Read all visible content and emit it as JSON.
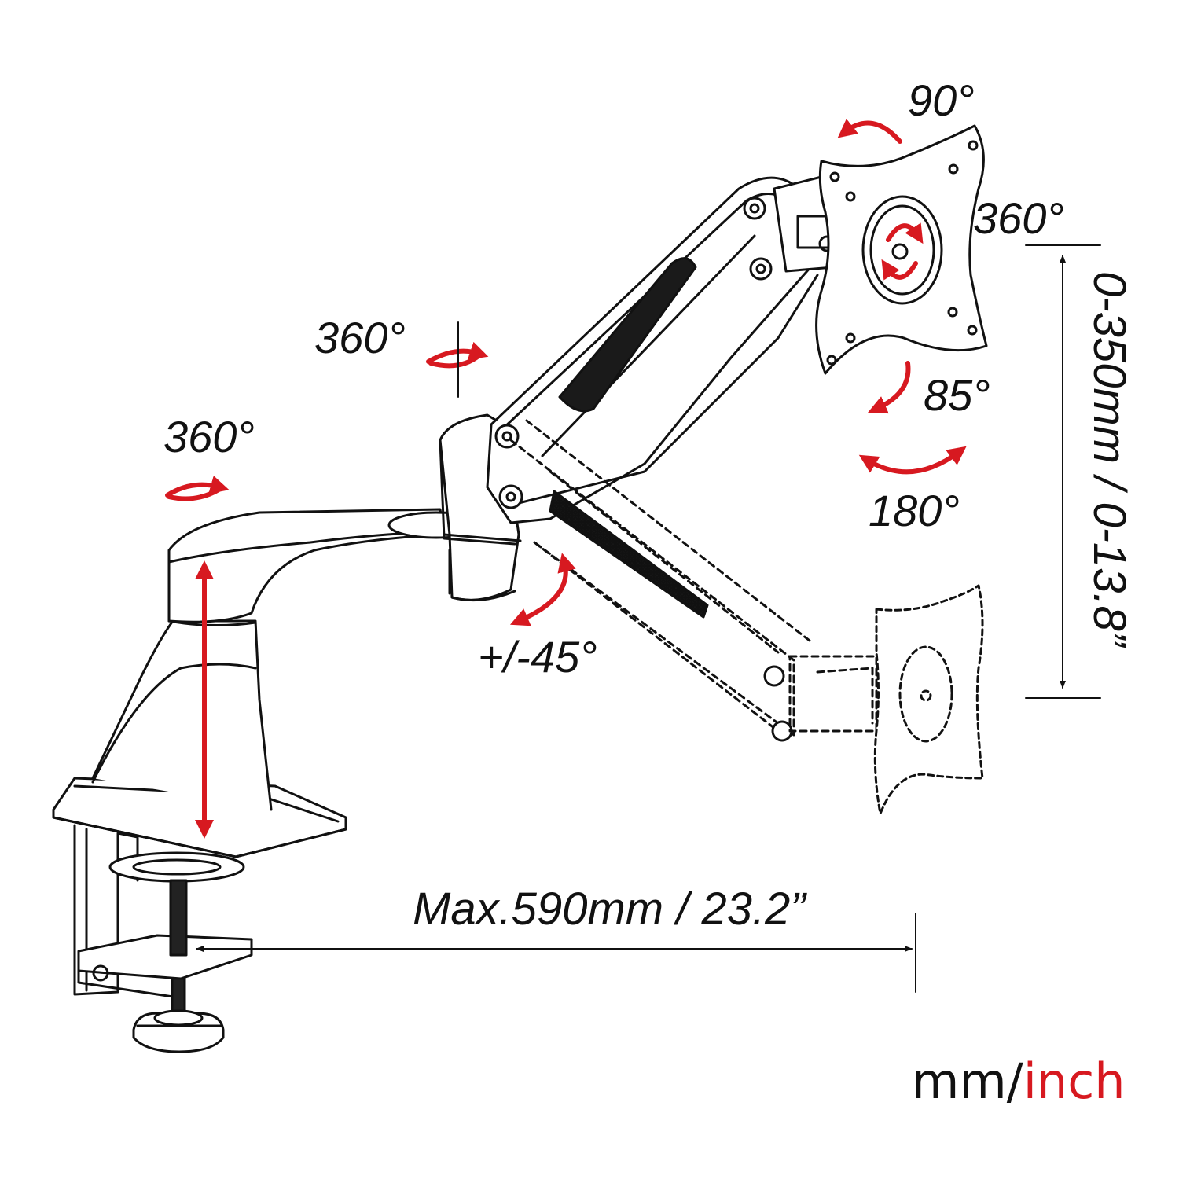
{
  "colors": {
    "accent": "#d71920",
    "line": "#111111",
    "background": "#ffffff",
    "grip": "#1a1a1a"
  },
  "labels": {
    "tilt_top": "90°",
    "rotate_plate": "360°",
    "tilt_down": "85°",
    "swivel_head": "180°",
    "swivel_joint": "360°",
    "swivel_base": "360°",
    "arm_angle": "+/-45°",
    "height_range": "0-350mm / 0-13.8”",
    "reach": "Max.590mm / 23.2”"
  },
  "units": {
    "metric": "mm/",
    "imperial": "inch"
  },
  "icons": [
    "monitor-arm-drawing",
    "vesa-plate-icon",
    "rotation-arrow-icon",
    "clamp-icon",
    "grip-icon"
  ]
}
